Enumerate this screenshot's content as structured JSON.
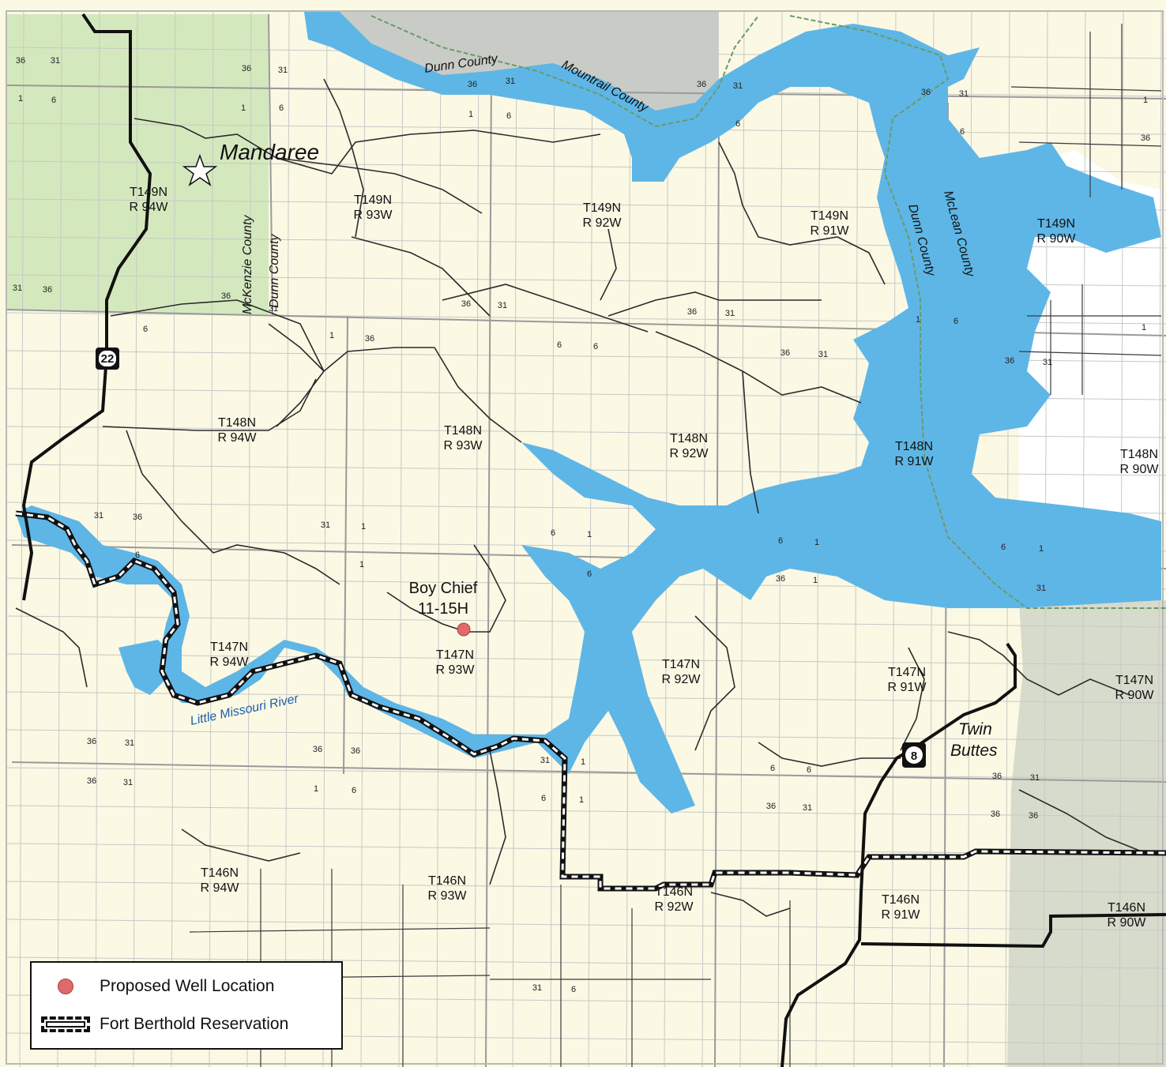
{
  "colors": {
    "background": "#fbf8e4",
    "water": "#5eb6e6",
    "mckenzie_county": "#d4e8bd",
    "outside_reservation": "#d7dbcc",
    "grid": "#c7c9c6",
    "roads": "#2b2b2b",
    "highway": "#111111",
    "well": "#e06a6a",
    "river_label": "#1c5fa8"
  },
  "townships": [
    {
      "t": "T149N",
      "r": "R 94W"
    },
    {
      "t": "T149N",
      "r": "R 93W"
    },
    {
      "t": "T149N",
      "r": "R 92W"
    },
    {
      "t": "T149N",
      "r": "R 91W"
    },
    {
      "t": "T149N",
      "r": "R 90W"
    },
    {
      "t": "T148N",
      "r": "R 94W"
    },
    {
      "t": "T148N",
      "r": "R 93W"
    },
    {
      "t": "T148N",
      "r": "R 92W"
    },
    {
      "t": "T148N",
      "r": "R 91W"
    },
    {
      "t": "T148N",
      "r": "R 90W"
    },
    {
      "t": "T147N",
      "r": "R 94W"
    },
    {
      "t": "T147N",
      "r": "R 93W"
    },
    {
      "t": "T147N",
      "r": "R 92W"
    },
    {
      "t": "T147N",
      "r": "R 91W"
    },
    {
      "t": "T147N",
      "r": "R 90W"
    },
    {
      "t": "T146N",
      "r": "R 94W"
    },
    {
      "t": "T146N",
      "r": "R 93W"
    },
    {
      "t": "T146N",
      "r": "R 92W"
    },
    {
      "t": "T146N",
      "r": "R 91W"
    },
    {
      "t": "T146N",
      "r": "R 90W"
    }
  ],
  "counties": {
    "dunn_top": "Dunn County",
    "mountrail": "Mountrail County",
    "mckenzie": "McKenzie County",
    "dunn_west": "Dunn County",
    "dunn_east": "Dunn County",
    "mclean": "McLean County"
  },
  "towns": {
    "mandaree": "Mandaree",
    "twin_buttes_1": "Twin",
    "twin_buttes_2": "Buttes"
  },
  "river": "Little Missouri River",
  "well": {
    "name_line1": "Boy Chief",
    "name_line2": "11-15H"
  },
  "highways": {
    "hwy22": "22",
    "hwy8": "8"
  },
  "section_numbers": [
    "36",
    "31",
    "36",
    "31",
    "1",
    "6",
    "1",
    "6",
    "36",
    "31",
    "36",
    "31",
    "1",
    "6",
    "36",
    "31",
    "6",
    "1",
    "6",
    "36",
    "31",
    "36",
    "6",
    "1",
    "36",
    "31",
    "36",
    "31",
    "36",
    "31",
    "1",
    "6",
    "1",
    "6",
    "6",
    "36",
    "31",
    "36",
    "31",
    "36",
    "31",
    "36",
    "31",
    "1",
    "6",
    "1",
    "6",
    "1",
    "6",
    "1",
    "6",
    "1",
    "6",
    "1",
    "36",
    "31",
    "36",
    "31",
    "36",
    "36",
    "31",
    "1",
    "6",
    "6",
    "36",
    "31",
    "36",
    "31",
    "1",
    "6",
    "6",
    "1",
    "36",
    "31",
    "36",
    "36",
    "31",
    "6"
  ],
  "legend": {
    "well_label": "Proposed Well Location",
    "reservation_label": "Fort Berthold Reservation"
  }
}
